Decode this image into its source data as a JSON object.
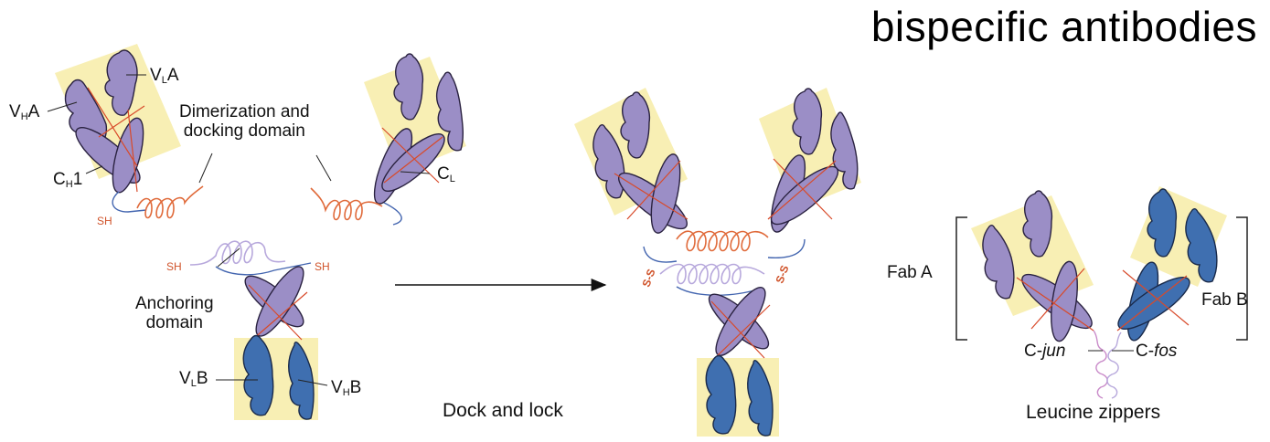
{
  "title": "bispecific antibodies",
  "labels": {
    "vla_main": "V",
    "vla_sub": "L",
    "vla_tail": "A",
    "vha_main": "V",
    "vha_sub": "H",
    "vha_tail": "A",
    "ch1_main": "C",
    "ch1_sub": "H",
    "ch1_tail": "1",
    "cl_main": "C",
    "cl_sub": "L",
    "dimerization_line1": "Dimerization and",
    "dimerization_line2": "docking domain",
    "anchoring_line1": "Anchoring",
    "anchoring_line2": "domain",
    "vlb_main": "V",
    "vlb_sub": "L",
    "vlb_tail": "B",
    "vhb_main": "V",
    "vhb_sub": "H",
    "vhb_tail": "B",
    "sh": "SH",
    "ss": "S-S",
    "fab_a": "Fab A",
    "fab_b": "Fab B",
    "cjun_prefix": "C-",
    "cjun_italic": "jun",
    "cfos_prefix": "C-",
    "cfos_italic": "fos"
  },
  "captions": {
    "dock_and_lock": "Dock and lock",
    "leucine_zippers": "Leucine zippers"
  },
  "colors": {
    "highlight": "#f8efb4",
    "purple": "#9b8ec6",
    "blue": "#3f6fb0",
    "outline": "#2a2240",
    "red_line": "#d84a2a",
    "coil_orange": "#e06a3a",
    "coil_lavender": "#b7a8dc",
    "coil_blue": "#4466b0"
  }
}
